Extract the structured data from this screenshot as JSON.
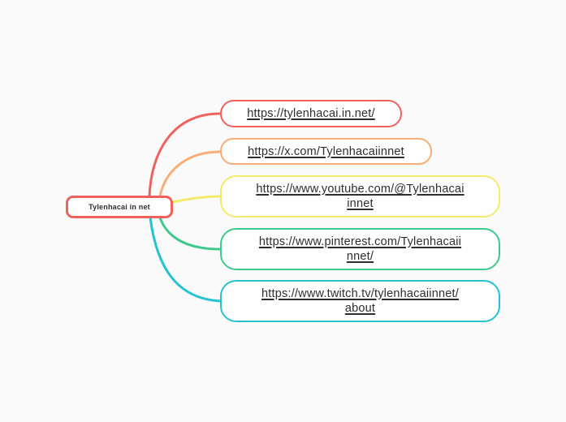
{
  "diagram": {
    "type": "mindmap",
    "background_color": "#FAFAFA",
    "node_fill_color": "#FFFFFF",
    "text_color": "#2E2E2E",
    "root": {
      "label": "Tylenhacai in net",
      "color": "#F0615E"
    },
    "branches": [
      {
        "label": "https://tylenhacai.in.net/",
        "lines": [
          "https://tylenhacai.in.net/"
        ],
        "color": "#F0615E"
      },
      {
        "label": "https://x.com/Tylenhacaiinnet",
        "lines": [
          "https://x.com/Tylenhacaiinnet"
        ],
        "color": "#F9AD77"
      },
      {
        "label": "https://www.youtube.com/@Tylenhacaiinnet",
        "lines": [
          "https://www.youtube.com/@Tylenhacai",
          "innet"
        ],
        "color": "#F4EA6B"
      },
      {
        "label": "https://www.pinterest.com/Tylenhacaiinnet/",
        "lines": [
          "https://www.pinterest.com/Tylenhacaii",
          "nnet/"
        ],
        "color": "#3FC98C"
      },
      {
        "label": "https://www.twitch.tv/tylenhacaiinnet/about",
        "lines": [
          "https://www.twitch.tv/tylenhacaiinnet/",
          "about"
        ],
        "color": "#26C2CE"
      }
    ]
  }
}
